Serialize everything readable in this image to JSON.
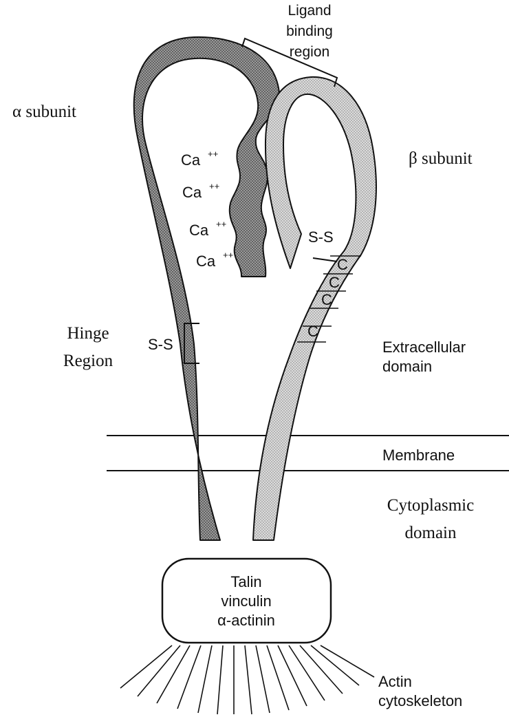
{
  "labels": {
    "ligand_binding_region": [
      "Ligand",
      "binding",
      "region"
    ],
    "alpha_subunit": "α subunit",
    "beta_subunit": "β subunit",
    "calcium_sites": [
      "Ca",
      "Ca",
      "Ca",
      "Ca"
    ],
    "calcium_charge": "++",
    "disulfide_top": "S-S",
    "cysteine_boxes": [
      "C",
      "C",
      "C",
      "C"
    ],
    "hinge_region": [
      "Hinge",
      "Region"
    ],
    "disulfide_hinge": "S-S",
    "extracellular_domain": [
      "Extracellular",
      "domain"
    ],
    "membrane": "Membrane",
    "cytoplasmic_domain": [
      "Cytoplasmic",
      "domain"
    ],
    "cytoskeletal_box": [
      "Talin",
      "vinculin",
      "α-actinin"
    ],
    "actin_cytoskeleton": [
      "Actin",
      "cytoskeleton"
    ]
  },
  "colors": {
    "alpha_fill": "#8c8c8c",
    "beta_fill": "#c8c8c8",
    "line": "#111111"
  }
}
